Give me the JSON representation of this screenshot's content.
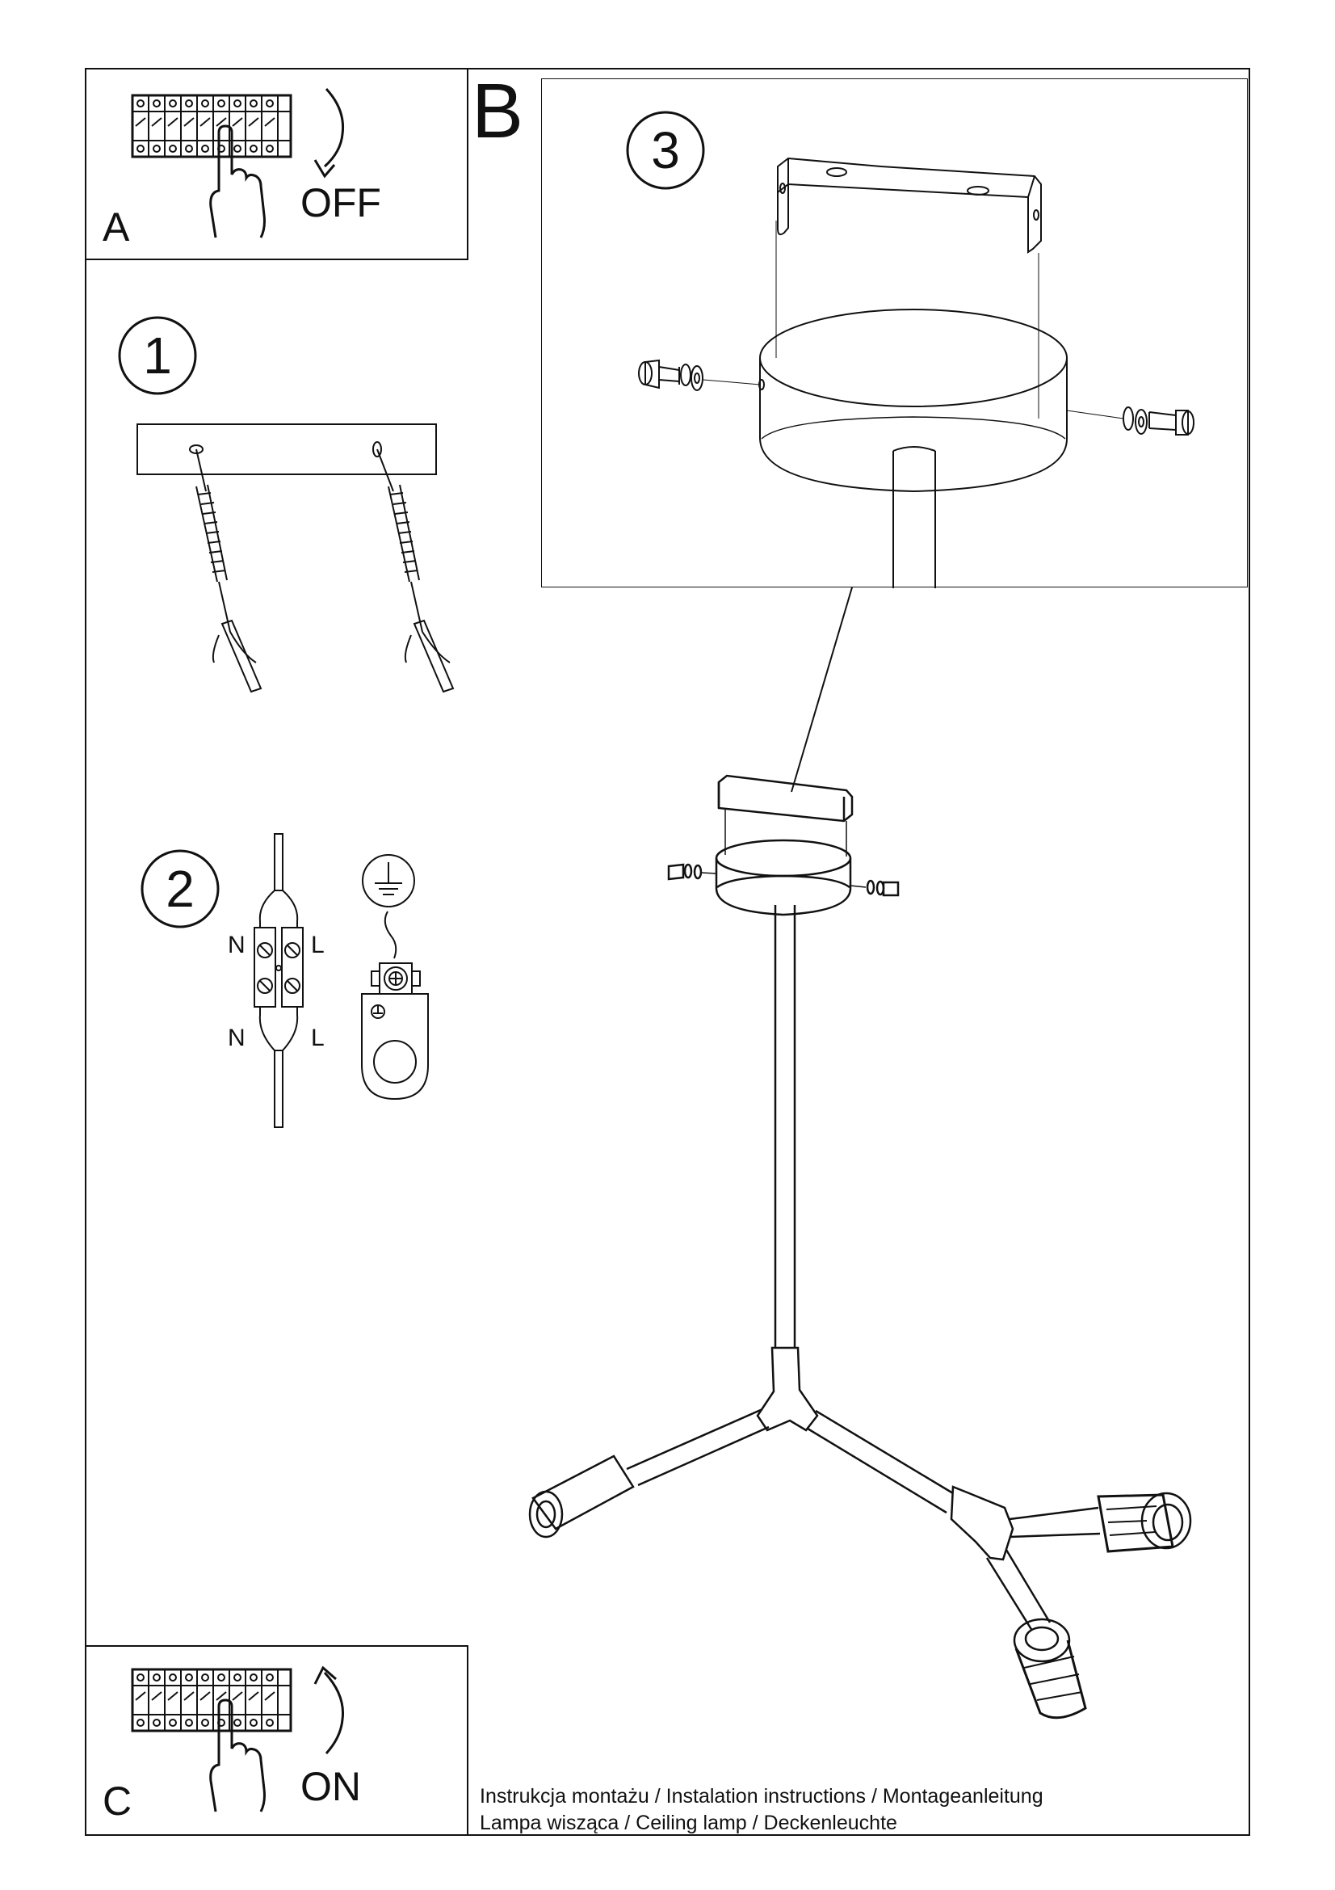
{
  "panels": {
    "a": {
      "letter": "A",
      "state": "OFF"
    },
    "b": {
      "letter": "B"
    },
    "c": {
      "letter": "C",
      "state": "ON"
    }
  },
  "steps": [
    {
      "number": "1"
    },
    {
      "number": "2"
    },
    {
      "number": "3"
    }
  ],
  "wiring": {
    "neutral_top": "N",
    "live_top": "L",
    "neutral_bottom": "N",
    "live_bottom": "L"
  },
  "footer": {
    "line1": "Instrukcja montażu / Instalation instructions / Montageanleitung",
    "line2": "Lampa wisząca / Ceiling lamp / Deckenleuchte"
  },
  "icons": [
    "fuse-box-icon",
    "hand-icon",
    "arrow-down-icon",
    "arrow-up-icon",
    "ground-symbol-icon",
    "screw-icon",
    "dowel-icon"
  ],
  "colors": {
    "line": "#111111",
    "background": "#ffffff"
  }
}
